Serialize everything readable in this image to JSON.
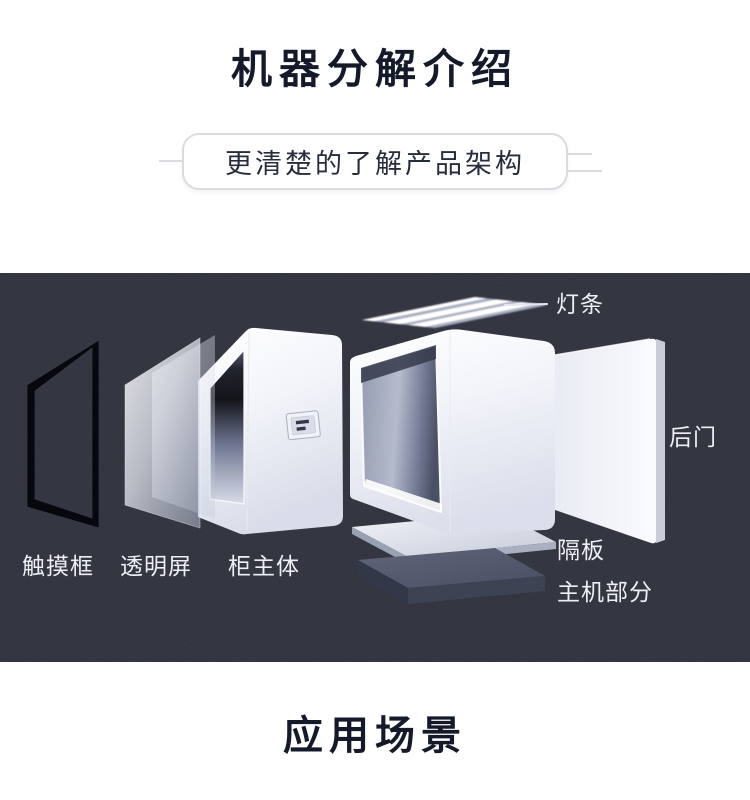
{
  "intro": {
    "title": "机器分解介绍",
    "subtitle": "更清楚的了解产品架构"
  },
  "diagram": {
    "labels": {
      "light_strip": "灯条",
      "back_door": "后门",
      "touch_frame": "触摸框",
      "transparent_screen": "透明屏",
      "cabinet_body": "柜主体",
      "partition": "隔板",
      "host_part": "主机部分"
    },
    "colors": {
      "background": "#2d303b",
      "label_text": "#edeff5",
      "host_slab": "#4a4f62",
      "partition_slab": "#d9dde8"
    }
  },
  "scenarios": {
    "title": "应用场景"
  },
  "theme": {
    "title_color": "#141a2a",
    "banner_border": "#dadbe0",
    "banner_text_color": "#272d3e"
  }
}
